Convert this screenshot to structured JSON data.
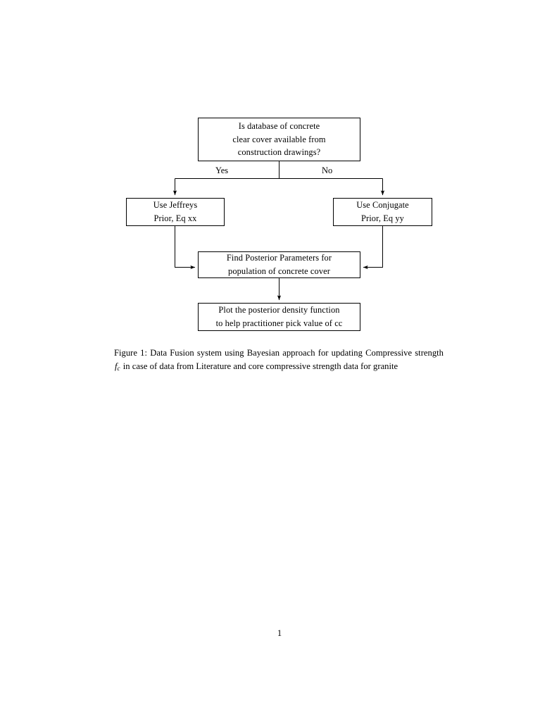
{
  "document": {
    "page_number": "1"
  },
  "figure": {
    "nodes": {
      "decision": {
        "id": "is-database-available",
        "lines": [
          "Is database of concrete",
          "clear cover available from",
          "construction drawings?"
        ]
      },
      "jeffreys": {
        "id": "use-jeffreys-prior",
        "lines": [
          "Use Jeffreys",
          "Prior, Eq xx"
        ]
      },
      "conjugate": {
        "id": "use-conjugate-prior",
        "lines": [
          "Use Conjugate",
          "Prior, Eq yy"
        ]
      },
      "posterior": {
        "id": "find-posterior-parameters",
        "lines": [
          "Find Posterior Parameters for",
          "population of concrete cover"
        ]
      },
      "plot": {
        "id": "plot-posterior-density",
        "lines": [
          "Plot the posterior density function",
          "to help practitioner pick value of cc"
        ]
      }
    },
    "edge_labels": {
      "yes": "Yes",
      "no": "No"
    },
    "colors": {
      "stroke": "#000000",
      "fill": "#ffffff",
      "text": "#000000"
    }
  },
  "caption": {
    "label": "Figure 1:",
    "part1": "Data Fusion system using Bayesian approach for updating Compressive strength",
    "symbol": "f",
    "symbol_subscript": "c",
    "part2": "in case of data from Literature and core compressive strength data for granite"
  }
}
